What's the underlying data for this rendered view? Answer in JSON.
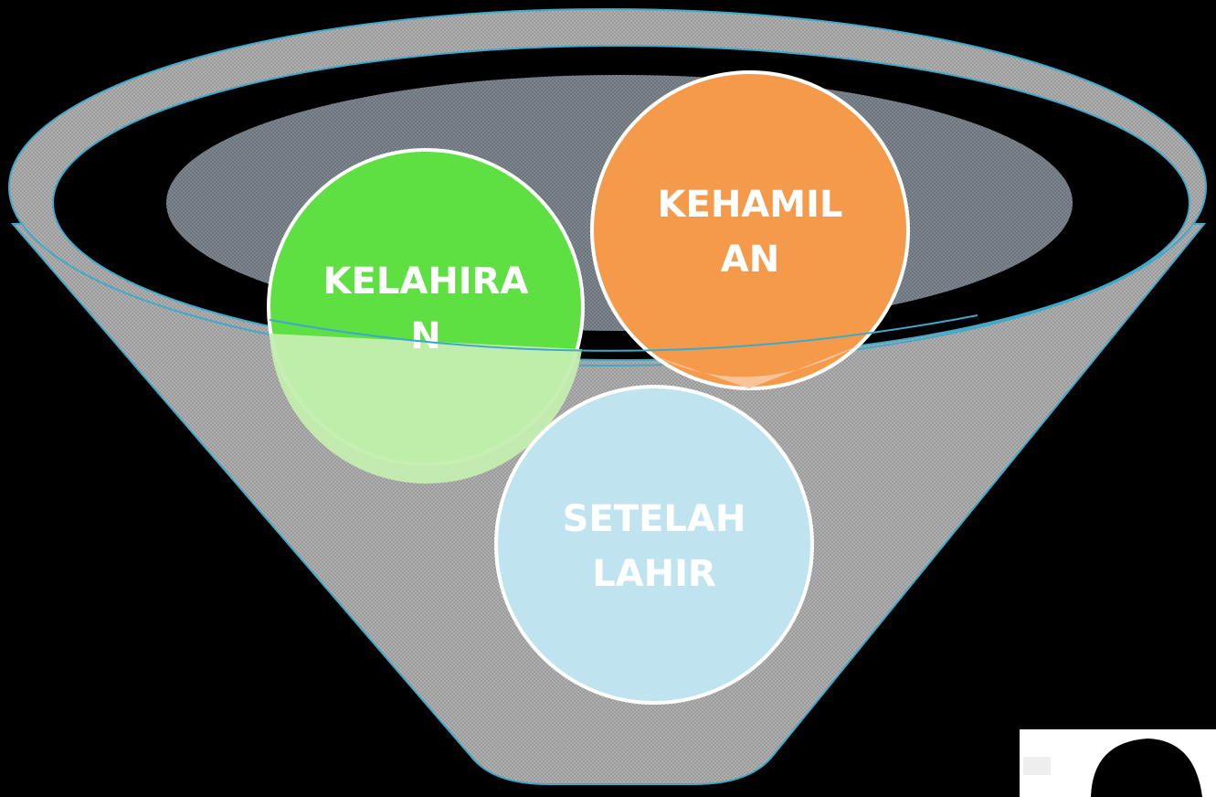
{
  "diagram": {
    "circles": [
      {
        "id": "kelahiran",
        "lines": [
          "KELAHIRA",
          "N"
        ],
        "color": "#5ee043"
      },
      {
        "id": "kehamilan",
        "lines": [
          "KEHAMIL",
          "AN"
        ],
        "color": "#f59a4a"
      },
      {
        "id": "setelah-lahir",
        "lines": [
          "SETELAH",
          "LAHIR"
        ],
        "color": "#bfe4f0"
      }
    ],
    "colors": {
      "background": "#000000",
      "funnel_fill": "#9a9a9a",
      "funnel_outline": "#3fa9c9",
      "inner_ellipse": "#6d7780",
      "circle_border": "#ffffff"
    }
  }
}
